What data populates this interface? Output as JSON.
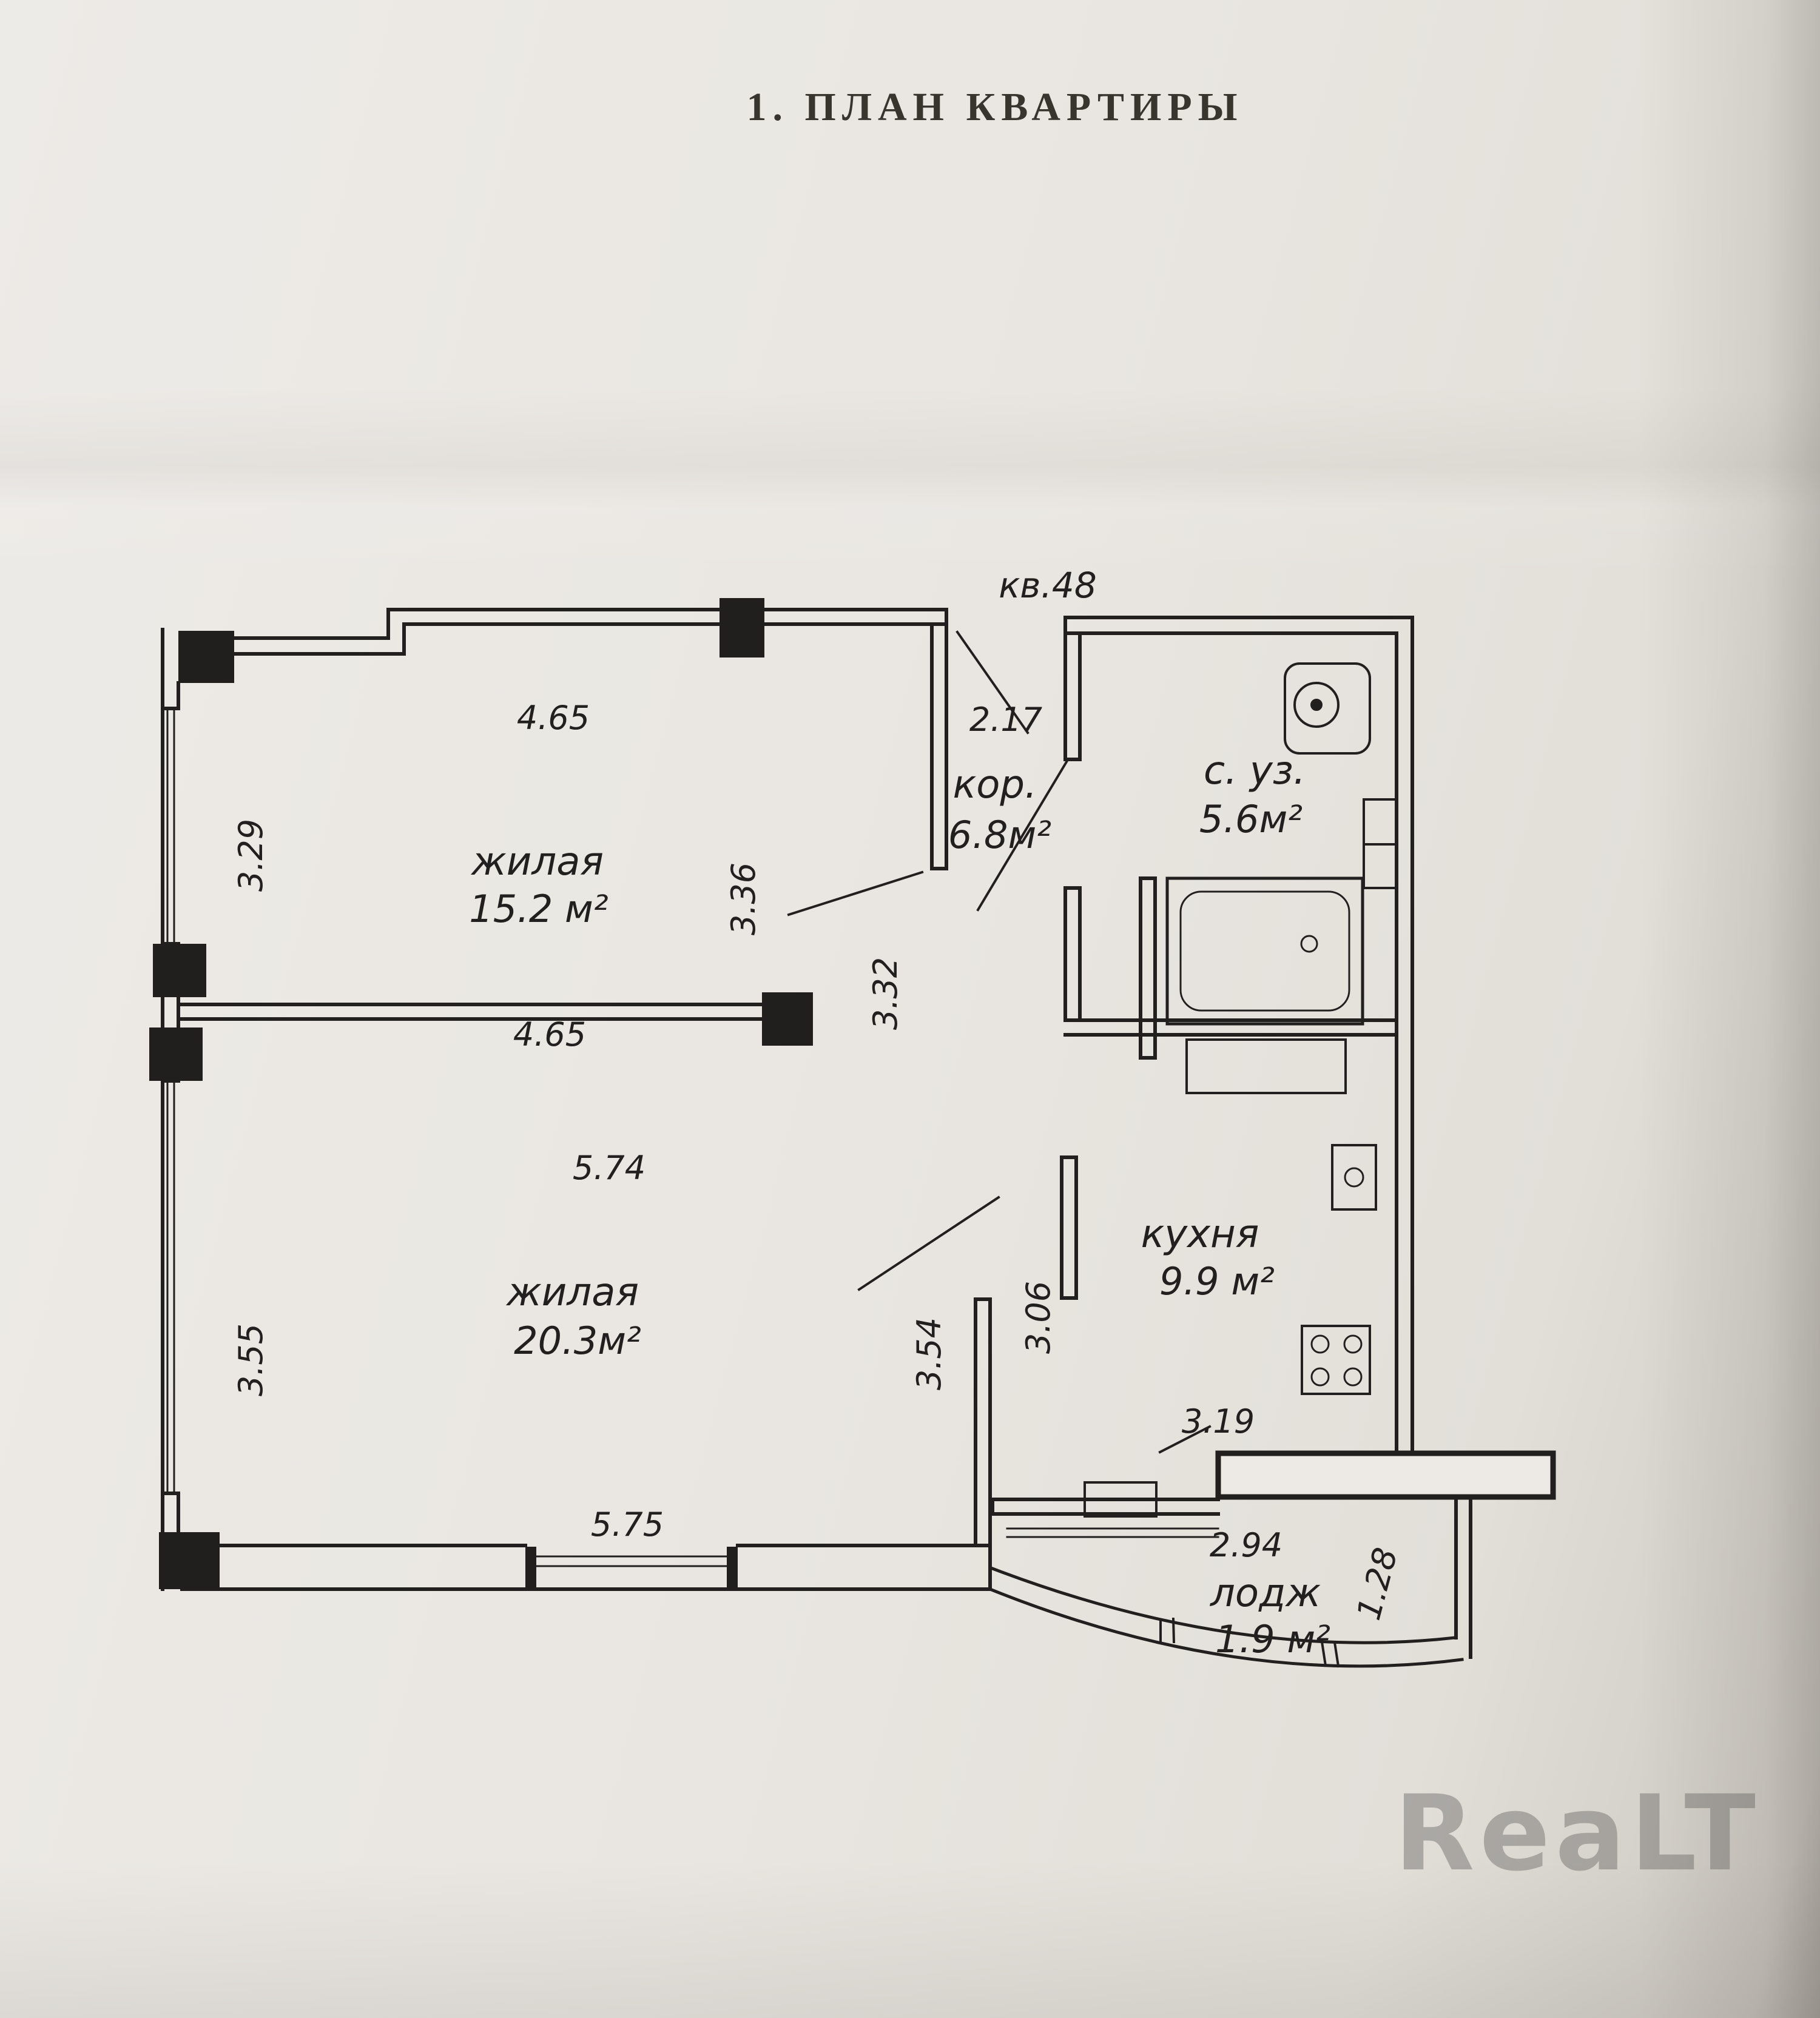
{
  "page": {
    "title": "1. ПЛАН КВАРТИРЫ",
    "watermark": "ReaLT",
    "paper_color": "#e9e6e1",
    "ink_color": "#21201e"
  },
  "plan": {
    "apartment_label": "кв.48",
    "rooms": {
      "living1": {
        "name": "жилая",
        "area": "15.2 м²"
      },
      "living2": {
        "name": "жилая",
        "area": "20.3м²"
      },
      "corridor": {
        "name": "кор.",
        "area": "6.8м²"
      },
      "bathroom": {
        "name": "с. уз.",
        "area": "5.6м²"
      },
      "kitchen": {
        "name": "кухня",
        "area": "9.9 м²"
      },
      "loggia": {
        "name": "лодж",
        "area": "1.9 м²"
      }
    },
    "dimensions": {
      "living1_top": "4.65",
      "living1_left": "3.29",
      "living1_bottom": "4.65",
      "living1_right": "3.36",
      "entry_width": "2.17",
      "corridor_length": "3.32",
      "living2_top": "5.74",
      "living2_left": "3.55",
      "living2_right": "3.54",
      "hall_depth": "3.06",
      "living2_bottom": "5.75",
      "kitchen_wall": "3.19",
      "loggia_width": "2.94",
      "loggia_depth": "1.28"
    }
  }
}
